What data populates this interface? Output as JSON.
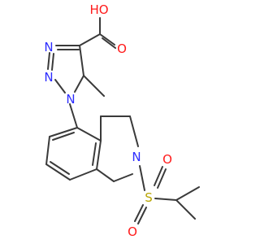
{
  "molecule": {
    "colors": {
      "carbon": "#3a3a3a",
      "nitrogen": "#2d2dff",
      "oxygen": "#ff1a1a",
      "sulfur": "#b8a400",
      "background": "#ffffff"
    },
    "atom_labels": {
      "hydroxyl": "HO",
      "carbonyl_oxygen": "O",
      "triazole_n3": "N",
      "triazole_n2": "N",
      "triazole_n1": "N",
      "ring_nitrogen": "N",
      "sulfur": "S",
      "sulfonyl_oxygen_top": "O",
      "sulfonyl_oxygen_bottom": "O"
    }
  }
}
